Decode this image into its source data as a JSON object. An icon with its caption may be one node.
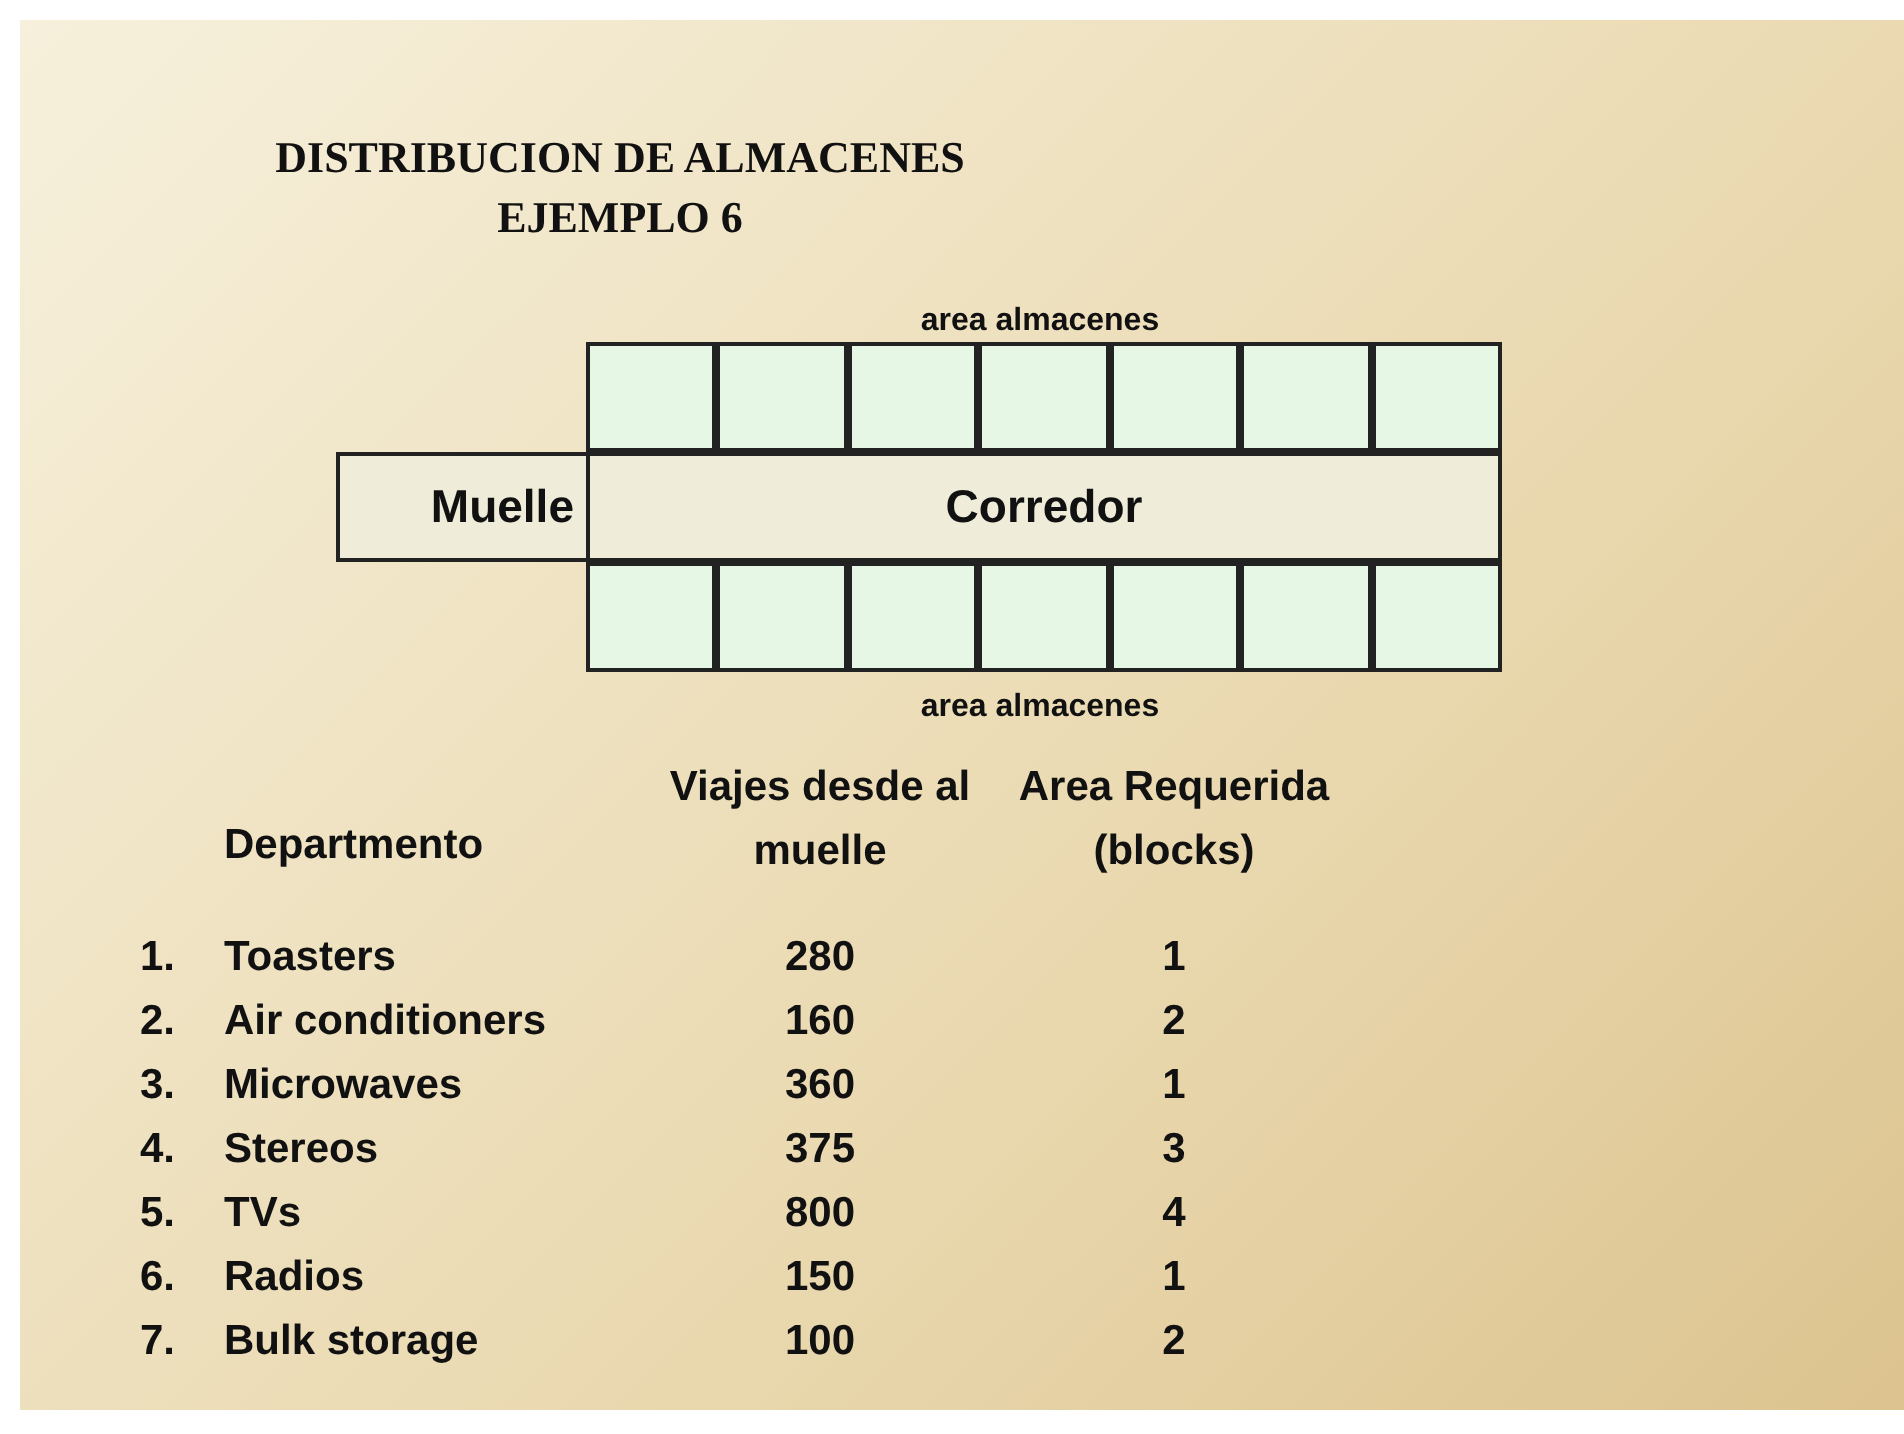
{
  "diagram": {
    "title": "DISTRIBUCION DE ALMACENES EJEMPLO 6",
    "nodes": [
      {
        "text": [],
        "shape": "box"
      },
      {
        "text": [],
        "shape": "box"
      },
      {
        "text": [],
        "shape": "box"
      },
      {
        "text": [],
        "shape": "box"
      },
      {
        "text": [],
        "shape": "box"
      },
      {
        "text": [],
        "shape": "box"
      },
      {
        "text": [],
        "shape": "box"
      },
      {
        "text": [
          "Muelle"
        ]
      },
      {
        "text": [
          "Corredor"
        ]
      },
      {
        "text": [],
        "shape": "box"
      },
      {
        "text": [],
        "shape": "box"
      },
      {
        "text": [],
        "shape": "box"
      },
      {
        "text": [],
        "shape": "box"
      },
      {
        "text": [],
        "shape": "box"
      },
      {
        "text": [],
        "shape": "box"
      },
      {
        "text": [],
        "shape": "box"
      }
    ],
    "labels": [
      "area almacenes",
      "area almacenes",
      "Departmento",
      "Viajes desde al muelle",
      "Area Requerida (blocks)",
      "1.",
      "Toasters",
      "280",
      "1",
      "2.",
      "Air conditioners",
      "160",
      "2",
      "3.",
      "Microwaves",
      "360",
      "1",
      "4.",
      "Stereos",
      "375",
      "3",
      "5.",
      "TVs",
      "800",
      "4",
      "6.",
      "Radios",
      "150",
      "1",
      "7.",
      "Bulk storage",
      "100",
      "2"
    ]
  }
}
